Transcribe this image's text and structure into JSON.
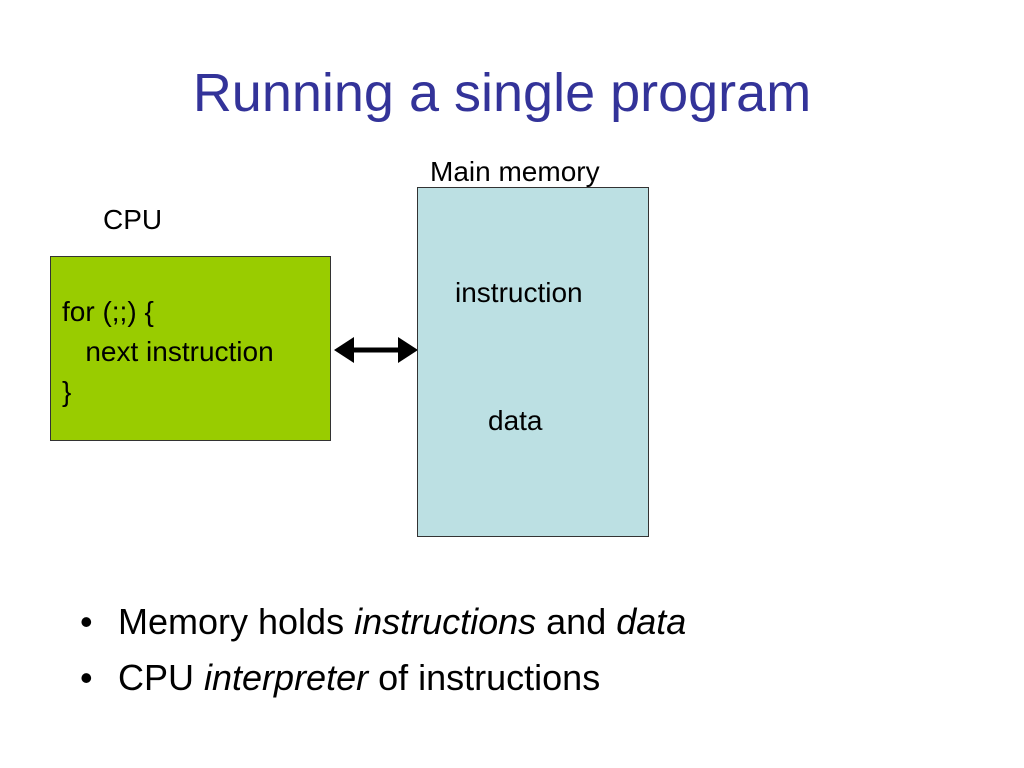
{
  "title": "Running a single program",
  "diagram": {
    "cpu_label": "CPU",
    "cpu_code": [
      "for (;;) {",
      "   next instruction",
      "}"
    ],
    "memory_label": "Main memory",
    "memory_items": [
      "instruction",
      "data"
    ]
  },
  "bullets": [
    {
      "marker": "•",
      "parts": [
        {
          "text": "Memory holds ",
          "italic": false
        },
        {
          "text": "instructions",
          "italic": true
        },
        {
          "text": " and ",
          "italic": false
        },
        {
          "text": "data",
          "italic": true
        }
      ]
    },
    {
      "marker": "•",
      "parts": [
        {
          "text": "CPU ",
          "italic": false
        },
        {
          "text": "interpreter",
          "italic": true
        },
        {
          "text": " of instructions",
          "italic": false
        }
      ]
    }
  ],
  "colors": {
    "title": "#333399",
    "cpu_fill": "#99cc00",
    "memory_fill": "#bce0e3",
    "arrow": "#000000"
  }
}
